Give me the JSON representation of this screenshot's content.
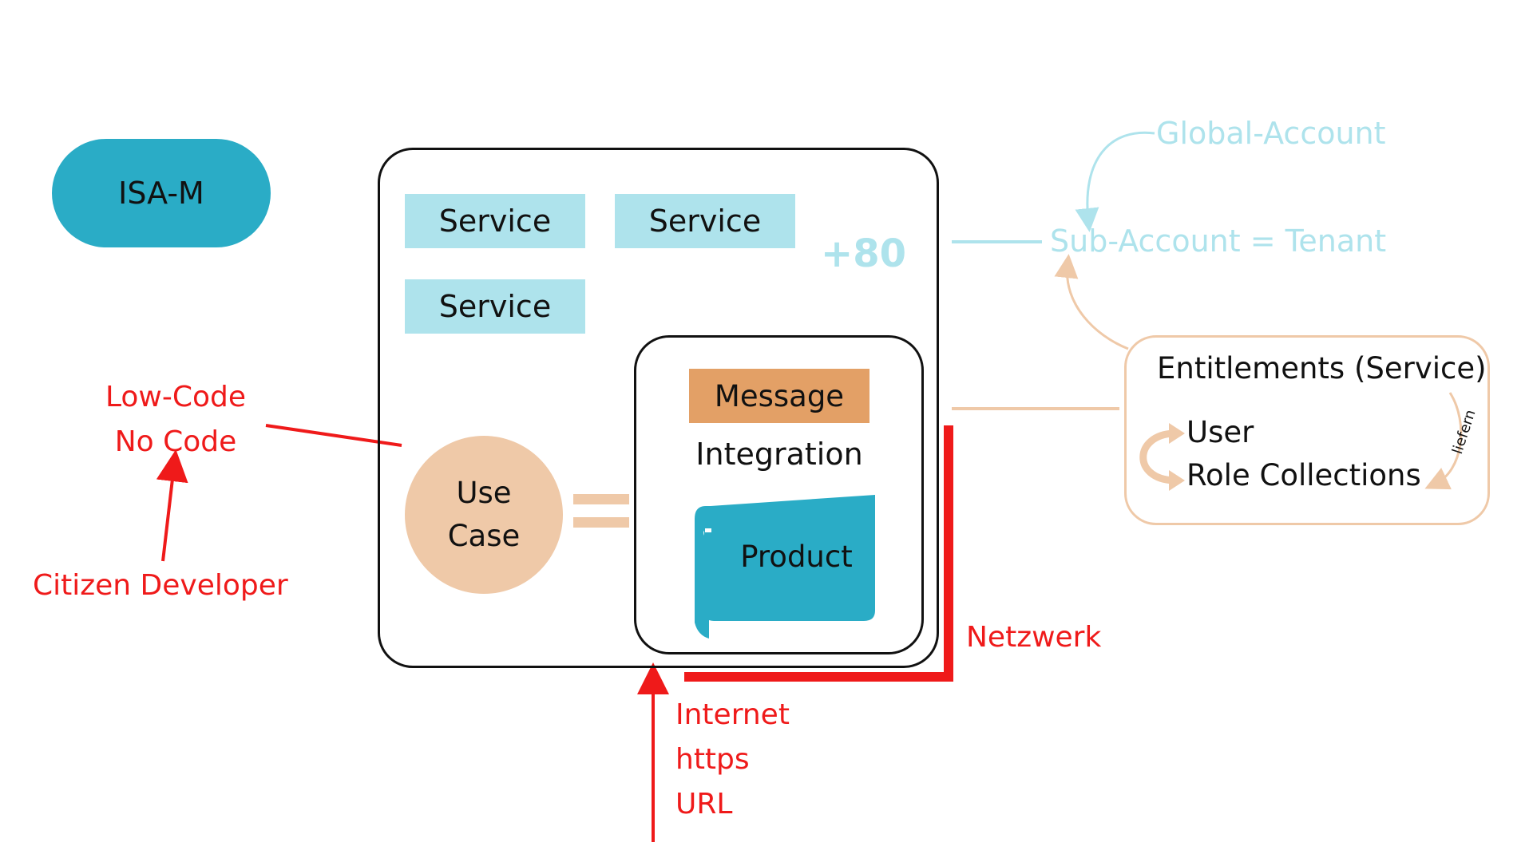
{
  "isa_label": "ISA-M",
  "services": [
    "Service",
    "Service",
    "Service"
  ],
  "plus_count": "+80",
  "message_label": "Message",
  "integration_label": "Integration",
  "product_label": "Product",
  "use_case": {
    "line1": "Use",
    "line2": "Case"
  },
  "low_code": {
    "line1": "Low-Code",
    "line2": "No Code"
  },
  "citizen_developer": "Citizen Developer",
  "netzwerk": "Netzwerk",
  "internet": {
    "line1": "Internet",
    "line2": "https",
    "line3": "URL"
  },
  "global_account": "Global-Account",
  "sub_account": "Sub-Account = Tenant",
  "entitlements": {
    "title": "Entitlements (Service)",
    "user": "User",
    "role_collections": "Role Collections",
    "liefern": "liefern"
  },
  "colors": {
    "teal": "#2aacc6",
    "light_blue": "#aee3ec",
    "peach": "#efc9a8",
    "orange": "#e3a066",
    "red": "#ef1a1a"
  }
}
